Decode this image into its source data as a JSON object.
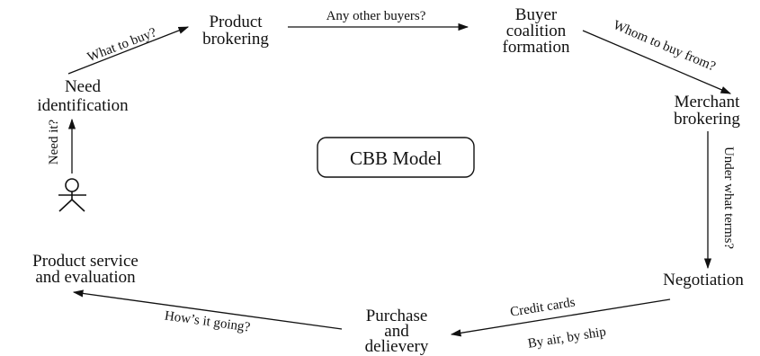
{
  "diagram": {
    "title": "CBB Model",
    "nodes": {
      "need_identification": [
        "Need",
        "identification"
      ],
      "product_brokering": [
        "Product",
        "brokering"
      ],
      "buyer_coalition_formation": [
        "Buyer",
        "coalition",
        "formation"
      ],
      "merchant_brokering": [
        "Merchant",
        "brokering"
      ],
      "negotiation": [
        "Negotiation"
      ],
      "purchase_and_delivery": [
        "Purchase",
        "and",
        "delievery"
      ],
      "product_service_evaluation": [
        "Product service",
        "and evaluation"
      ]
    },
    "edges": {
      "need_it": "Need it?",
      "what_to_buy": "What to buy?",
      "any_other_buyers": "Any other buyers?",
      "whom_to_buy_from": "Whom to buy from?",
      "under_what_terms": "Under what terms?",
      "credit_cards": "Credit cards",
      "by_air_by_ship": "By air, by ship",
      "hows_it_going": "How’s it going?"
    },
    "actor_icon": "stick-figure-icon"
  }
}
